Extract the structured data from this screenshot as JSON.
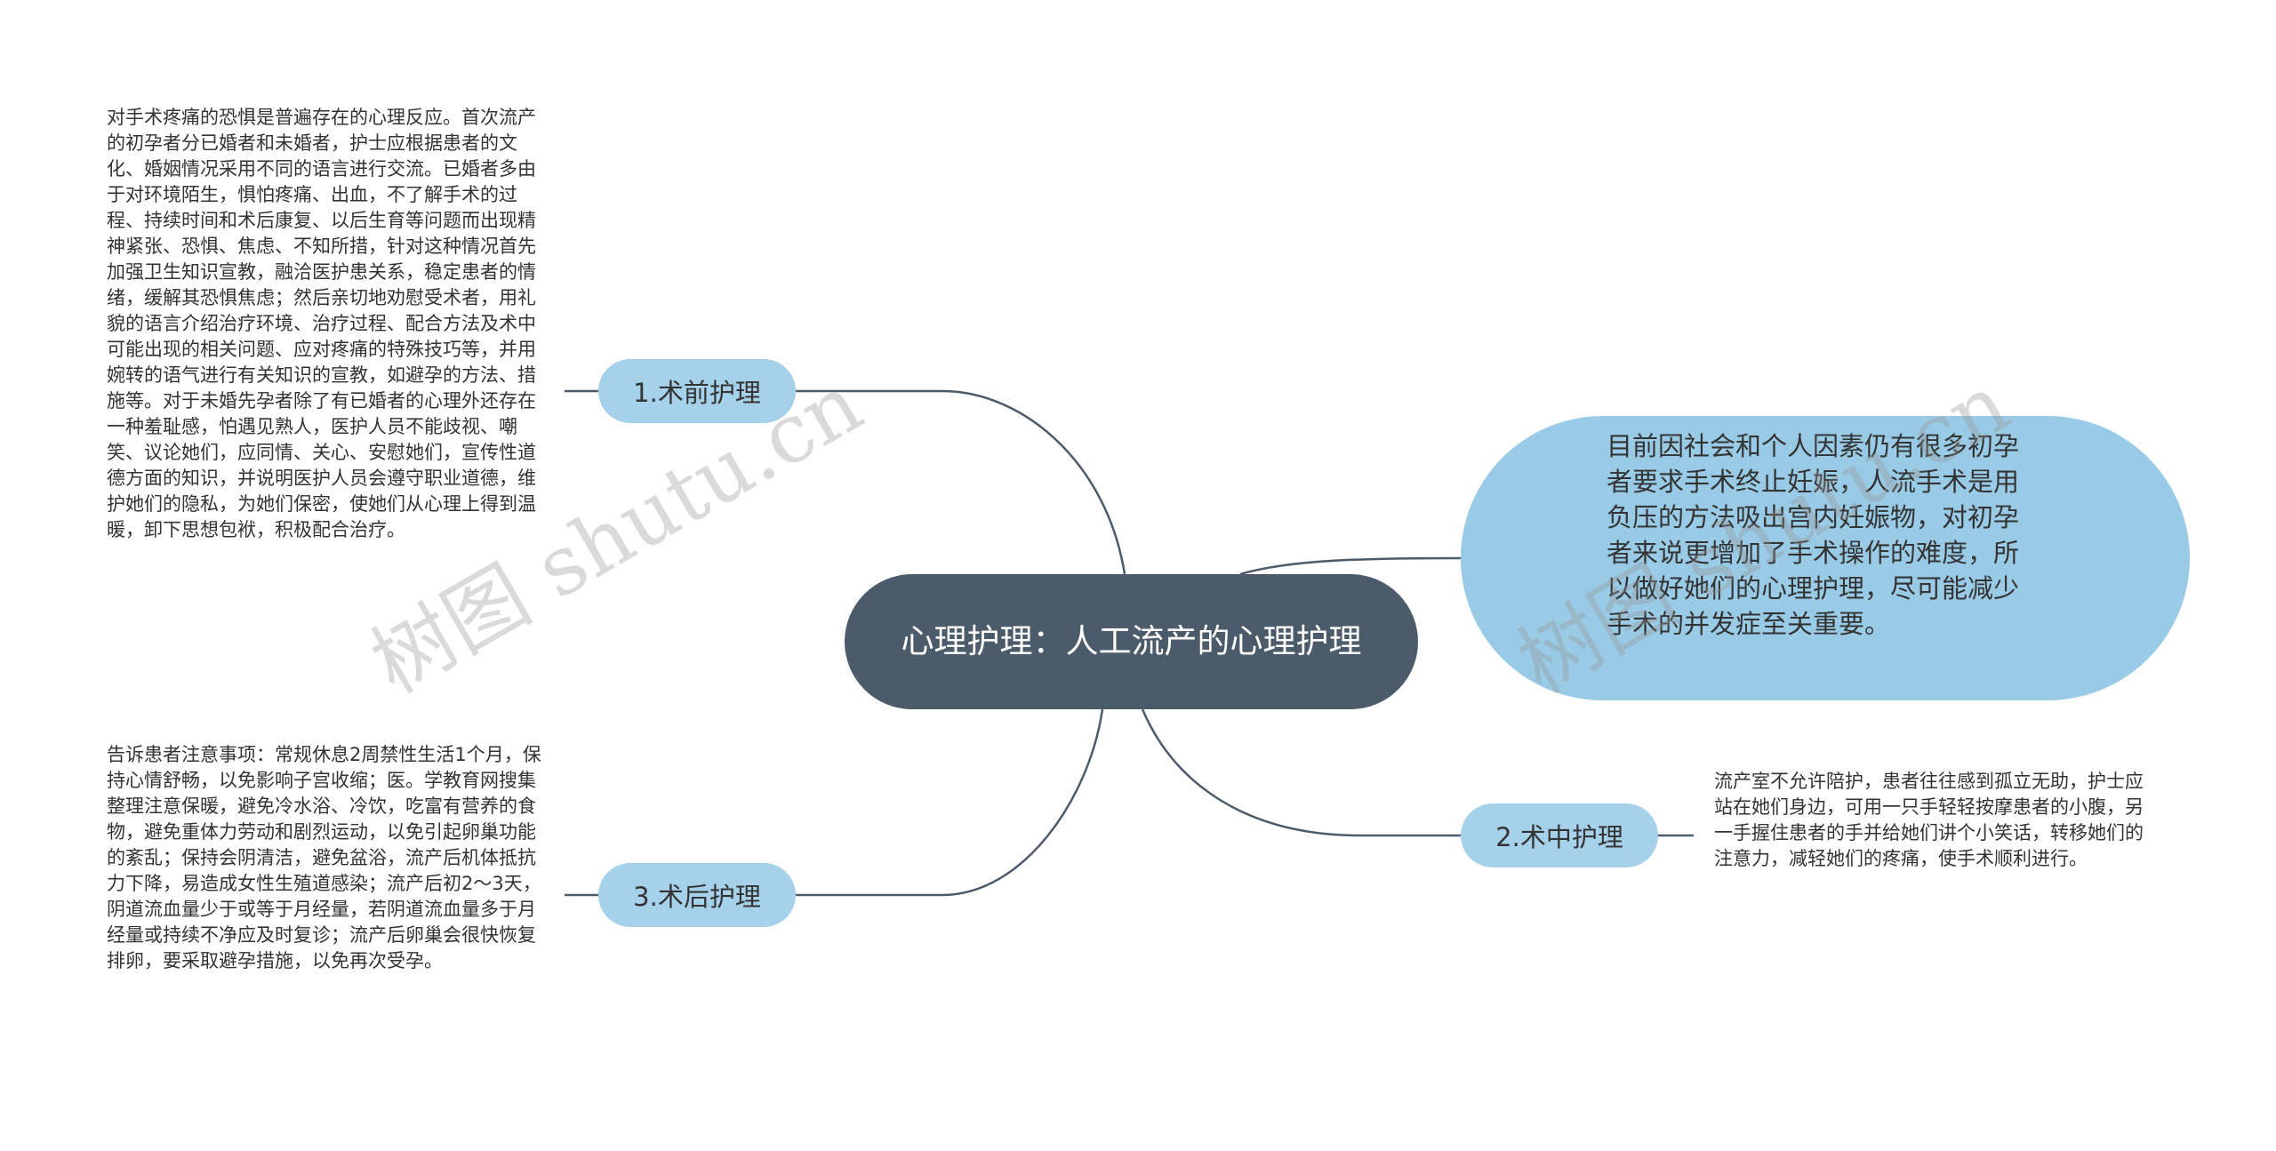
{
  "root": {
    "title": "心理护理：人工流产的心理护理"
  },
  "intro": {
    "text": "目前因社会和个人因素仍有很多初孕者要求手术终止妊娠，人流手术是用负压的方法吸出宫内妊娠物，对初孕者来说更增加了手术操作的难度，所以做好她们的心理护理，尽可能减少手术的并发症至关重要。"
  },
  "branches": {
    "preop": {
      "label": "1.术前护理",
      "detail": "对手术疼痛的恐惧是普遍存在的心理反应。首次流产的初孕者分已婚者和未婚者，护士应根据患者的文化、婚姻情况采用不同的语言进行交流。已婚者多由于对环境陌生，惧怕疼痛、出血，不了解手术的过程、持续时间和术后康复、以后生育等问题而出现精神紧张、恐惧、焦虑、不知所措，针对这种情况首先加强卫生知识宣教，融洽医护患关系，稳定患者的情绪，缓解其恐惧焦虑；然后亲切地劝慰受术者，用礼貌的语言介绍治疗环境、治疗过程、配合方法及术中可能出现的相关问题、应对疼痛的特殊技巧等，并用婉转的语气进行有关知识的宣教，如避孕的方法、措施等。对于未婚先孕者除了有已婚者的心理外还存在一种羞耻感，怕遇见熟人，医护人员不能歧视、嘲笑、议论她们，应同情、关心、安慰她们，宣传性道德方面的知识，并说明医护人员会遵守职业道德，维护她们的隐私，为她们保密，使她们从心理上得到温暖，卸下思想包袱，积极配合治疗。"
    },
    "intraop": {
      "label": "2.术中护理",
      "detail": "流产室不允许陪护，患者往往感到孤立无助，护士应站在她们身边，可用一只手轻轻按摩患者的小腹，另一手握住患者的手并给她们讲个小笑话，转移她们的注意力，减轻她们的疼痛，使手术顺利进行。"
    },
    "postop": {
      "label": "3.术后护理",
      "detail": "告诉患者注意事项：常规休息2周禁性生活1个月，保持心情舒畅，以免影响子宫收缩；医。学教育网搜集整理注意保暖，避免冷水浴、冷饮，吃富有营养的食物，避免重体力劳动和剧烈运动，以免引起卵巢功能的紊乱；保持会阴清洁，避免盆浴，流产后机体抵抗力下降，易造成女性生殖道感染；流产后初2～3天，阴道流血量少于或等于月经量，若阴道流血量多于月经量或持续不净应及时复诊；流产后卵巢会很快恢复排卵，要采取避孕措施，以免再次受孕。"
    }
  },
  "watermark": {
    "left": "树图 shutu.cn",
    "right": "树图 shutu.cn"
  },
  "colors": {
    "root": "#4b5b6a",
    "branch": "#a6d1ea",
    "intro": "#9acbe6",
    "line": "#4b5b6a"
  }
}
